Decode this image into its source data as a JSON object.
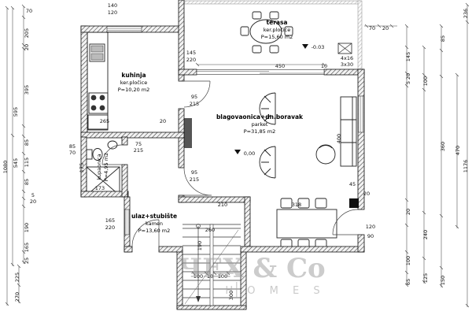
{
  "colors": {
    "background": "#ffffff",
    "lines": "#111111",
    "watermark": "#9a9a9a"
  },
  "rooms": {
    "terasa": {
      "name": "terasa",
      "floor": "ker.pločice",
      "area": "P=15,60 m2"
    },
    "kuhinja": {
      "name": "kuhinja",
      "floor": "ker.pločice",
      "area": "P=10,20 m2"
    },
    "boravak": {
      "name": "blagovaonica+dn.boravak",
      "floor": "parket",
      "area": "P=31,85 m2"
    },
    "kupaonica": {
      "name": "kupaonica",
      "area": "P=4,95 m2"
    },
    "ulaz": {
      "name": "ulaz+stubište",
      "floor": "kamen",
      "area": "P=13,60 m2"
    }
  },
  "annotations": {
    "level_terrace": "-0.03",
    "level_ground": "0,00",
    "stair_note1": "4x16",
    "stair_note2": "3x30"
  },
  "watermark": {
    "brand": "ЧЕХ & Co",
    "sub": "H O M E S"
  },
  "dims": {
    "items": [
      "70",
      "205",
      "20",
      "395",
      "85",
      "115",
      "85",
      "190",
      "165",
      "25",
      "595",
      "545",
      "1080",
      "225",
      "270",
      "5",
      "20",
      "140",
      "120",
      "70",
      "20",
      "145",
      "20",
      "5",
      "20",
      "100",
      "65",
      "100",
      "240",
      "125",
      "85",
      "360",
      "150",
      "470",
      "236",
      "1176",
      "145",
      "220",
      "95",
      "215",
      "95",
      "215",
      "265",
      "20",
      "75",
      "215",
      "85",
      "70",
      "175",
      "173",
      "165",
      "220",
      "450",
      "10",
      "400",
      "45",
      "20",
      "210",
      "318",
      "260",
      "190",
      "120",
      "90",
      "100",
      "10",
      "100",
      "300"
    ]
  }
}
